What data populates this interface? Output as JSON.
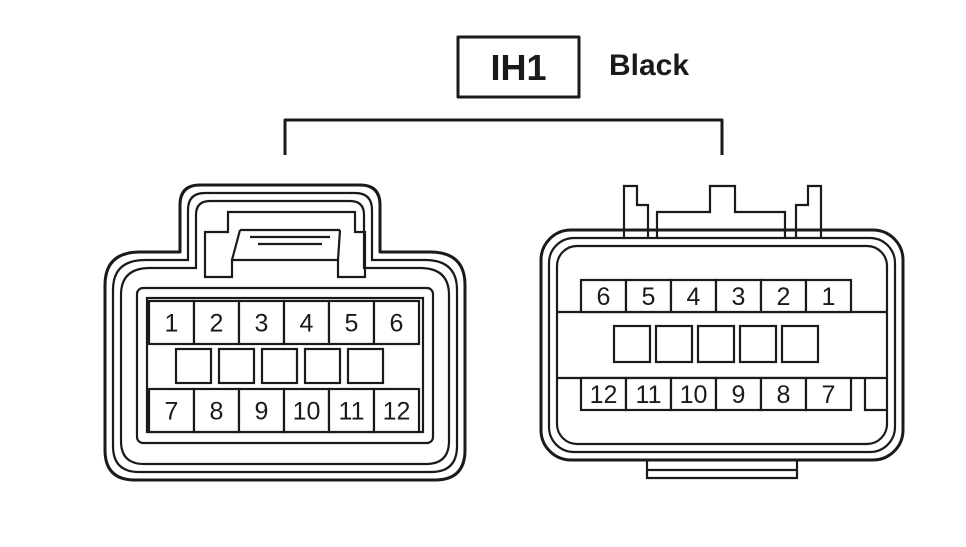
{
  "connector": {
    "code": "IH1",
    "color": "Black"
  },
  "left_connector": {
    "top_row": [
      "1",
      "2",
      "3",
      "4",
      "5",
      "6"
    ],
    "bottom_row": [
      "7",
      "8",
      "9",
      "10",
      "11",
      "12"
    ]
  },
  "right_connector": {
    "top_row": [
      "6",
      "5",
      "4",
      "3",
      "2",
      "1"
    ],
    "bottom_row": [
      "12",
      "11",
      "10",
      "9",
      "8",
      "7"
    ]
  }
}
